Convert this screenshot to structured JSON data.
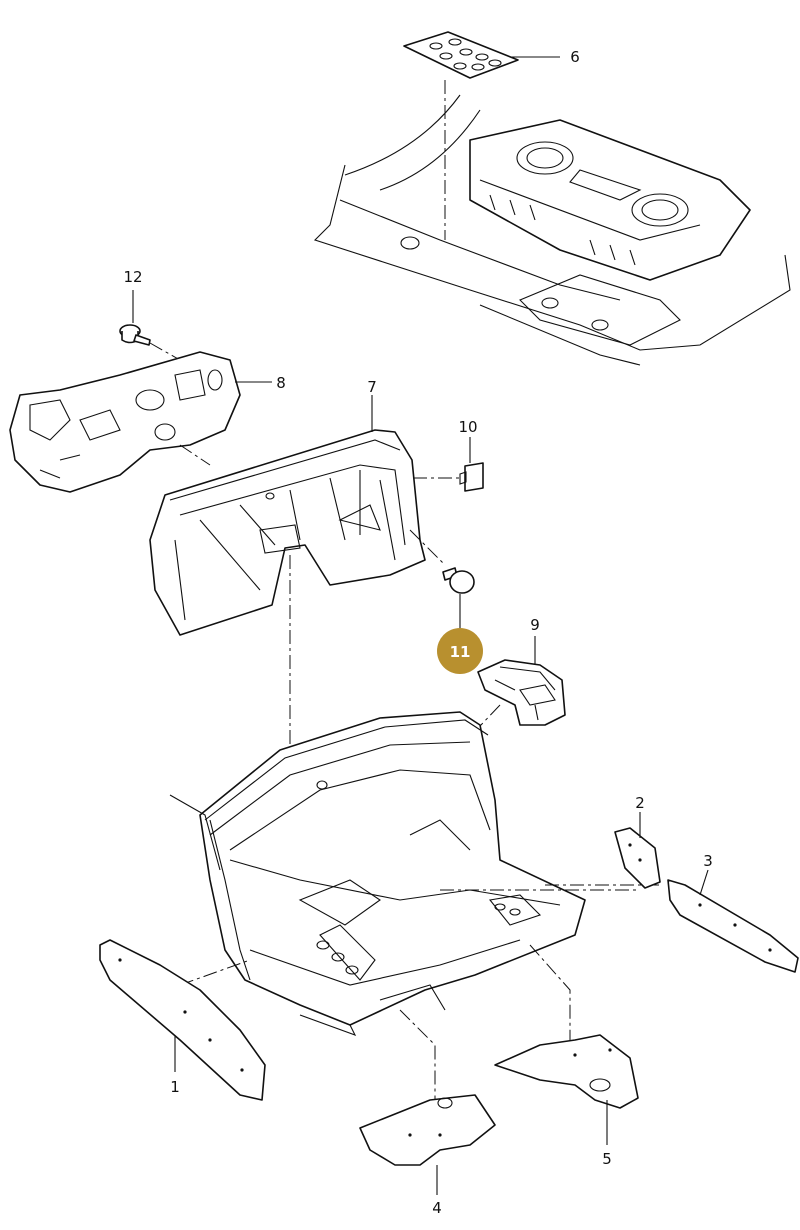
{
  "callouts": [
    {
      "id": "c1",
      "label": "1"
    },
    {
      "id": "c2",
      "label": "2"
    },
    {
      "id": "c3",
      "label": "3"
    },
    {
      "id": "c4",
      "label": "4"
    },
    {
      "id": "c5",
      "label": "5"
    },
    {
      "id": "c6",
      "label": "6"
    },
    {
      "id": "c7",
      "label": "7"
    },
    {
      "id": "c8",
      "label": "8"
    },
    {
      "id": "c9",
      "label": "9"
    },
    {
      "id": "c10",
      "label": "10"
    },
    {
      "id": "c11",
      "label": "11"
    },
    {
      "id": "c12",
      "label": "12"
    }
  ],
  "highlight": {
    "label": "11",
    "color": "#b8902f"
  },
  "colors": {
    "line": "#111111",
    "background": "#ffffff"
  }
}
